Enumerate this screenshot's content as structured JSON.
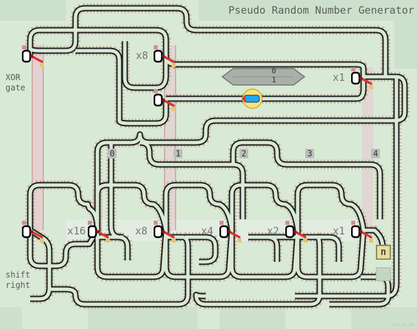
{
  "title": "Pseudo Random Number Generator",
  "xor_label": [
    "XOR",
    "gate"
  ],
  "shift_label": [
    "shift",
    "right"
  ],
  "top_multipliers": [
    "x8",
    "x1"
  ],
  "register_multipliers": [
    "x16",
    "x8",
    "x4",
    "x2",
    "x1"
  ],
  "bit_labels": [
    "0",
    "1",
    "2",
    "3",
    "4"
  ],
  "switch_state": "0",
  "train_labels": [
    "0",
    "1"
  ],
  "button_n": "n",
  "credit": "trn.co.uk",
  "colors": {
    "background": "#d8e9d6",
    "rail": "#1e1e1e",
    "sleeper": "#c7b29a",
    "switch_red": "#e03030",
    "train_blue": "#1ea7ff",
    "engine_yellow": "#ffe46b"
  }
}
